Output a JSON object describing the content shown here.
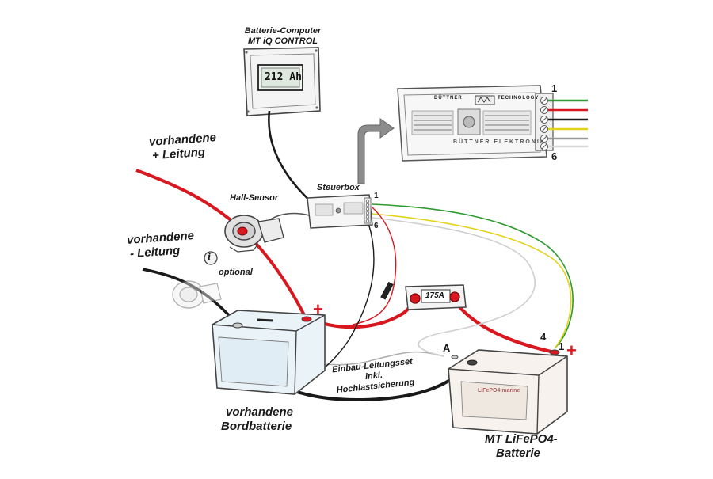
{
  "labels": {
    "computer_title_line1": "Batterie-Computer",
    "computer_title_line2": "MT iQ CONTROL",
    "display_value": "212 Ah",
    "steuerbox": "Steuerbox",
    "hall_sensor": "Hall-Sensor",
    "existing_plus_line1": "vorhandene",
    "existing_plus_line2": "+ Leitung",
    "existing_minus_line1": "vorhandene",
    "existing_minus_line2": "- Leitung",
    "optional": "optional",
    "info_symbol": "i",
    "fuse": "175A",
    "kit_line1": "Einbau-Leitungsset",
    "kit_line2": "inkl.",
    "kit_line3": "Hochlastsicherung",
    "bordbatterie_line1": "vorhandene",
    "bordbatterie_line2": "Bordbatterie",
    "lifepo_line1": "MT LiFePO4-",
    "lifepo_line2": "Batterie",
    "lifepo_brand": "LiFePO4 marine",
    "terminal_plus_bord": "+",
    "terminal_plus_lifepo": "+",
    "terminal_a": "A",
    "terminal_4": "4",
    "terminal_1": "1",
    "steuerbox_pin1": "1",
    "steuerbox_pin6": "6",
    "enlarged_pin1": "1",
    "enlarged_pin6": "6",
    "enlarged_brand_left": "BÜTTNER",
    "enlarged_brand_right": "TECHNOLOGY",
    "enlarged_brand_lower": "BÜTTNER ELEKTRONIK"
  },
  "wire_colors": {
    "red": "#d8171f",
    "black": "#1a1a1a",
    "green": "#2e9b2e",
    "yellow": "#e3d21a",
    "grey": "#9a9a9a",
    "white": "#d6d6d6"
  },
  "connector_wires": [
    "green",
    "red",
    "black",
    "yellow",
    "grey",
    "white"
  ]
}
